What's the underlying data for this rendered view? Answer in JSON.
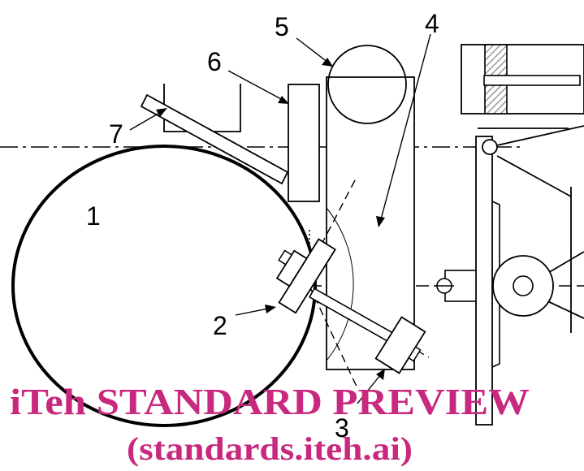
{
  "labels": {
    "l1": "1",
    "l2": "2",
    "l3": "3",
    "l4": "4",
    "l5": "5",
    "l6": "6",
    "l7": "7"
  },
  "watermark": {
    "line1": "iTeh STANDARD PREVIEW",
    "line2": "(standards.iteh.ai)",
    "color": "#c8287d"
  },
  "colors": {
    "stroke": "#000000",
    "hatch": "#9a9a9a",
    "background": "#ffffff"
  }
}
